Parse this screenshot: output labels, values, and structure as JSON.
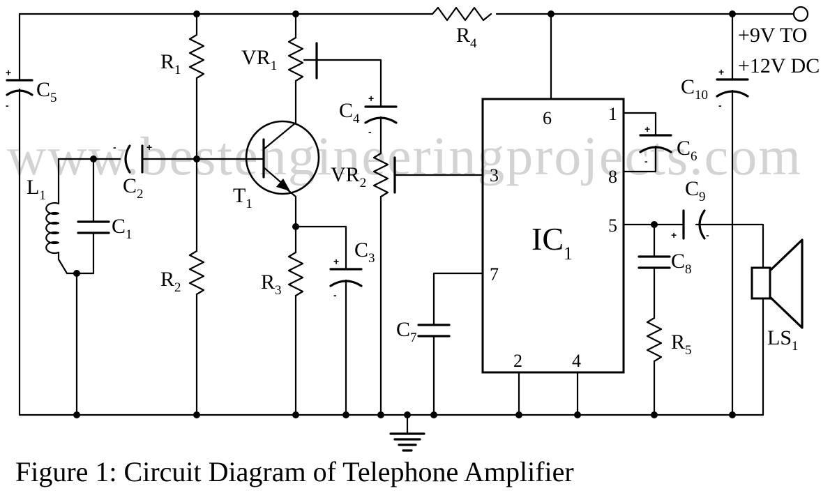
{
  "caption": "Figure 1: Circuit Diagram of Telephone Amplifier",
  "watermark": "www.bestengineeringprojects.com",
  "supply_label_line1": "+9V TO",
  "supply_label_line2": "+12V DC",
  "ic": {
    "name": "IC",
    "sub": "1",
    "pins": [
      "1",
      "2",
      "3",
      "4",
      "5",
      "6",
      "7",
      "8"
    ]
  },
  "components": {
    "R1": {
      "name": "R",
      "sub": "1"
    },
    "R2": {
      "name": "R",
      "sub": "2"
    },
    "R3": {
      "name": "R",
      "sub": "3"
    },
    "R4": {
      "name": "R",
      "sub": "4"
    },
    "R5": {
      "name": "R",
      "sub": "5"
    },
    "VR1": {
      "name": "VR",
      "sub": "1"
    },
    "VR2": {
      "name": "VR",
      "sub": "2"
    },
    "T1": {
      "name": "T",
      "sub": "1"
    },
    "L1": {
      "name": "L",
      "sub": "1"
    },
    "LS1": {
      "name": "LS",
      "sub": "1"
    },
    "C1": {
      "name": "C",
      "sub": "1"
    },
    "C2": {
      "name": "C",
      "sub": "2"
    },
    "C3": {
      "name": "C",
      "sub": "3"
    },
    "C4": {
      "name": "C",
      "sub": "4"
    },
    "C5": {
      "name": "C",
      "sub": "5"
    },
    "C6": {
      "name": "C",
      "sub": "6"
    },
    "C7": {
      "name": "C",
      "sub": "7"
    },
    "C8": {
      "name": "C",
      "sub": "8"
    },
    "C9": {
      "name": "C",
      "sub": "9"
    },
    "C10": {
      "name": "C",
      "sub": "10"
    }
  },
  "polarity": {
    "plus": "+",
    "minus": "-"
  }
}
